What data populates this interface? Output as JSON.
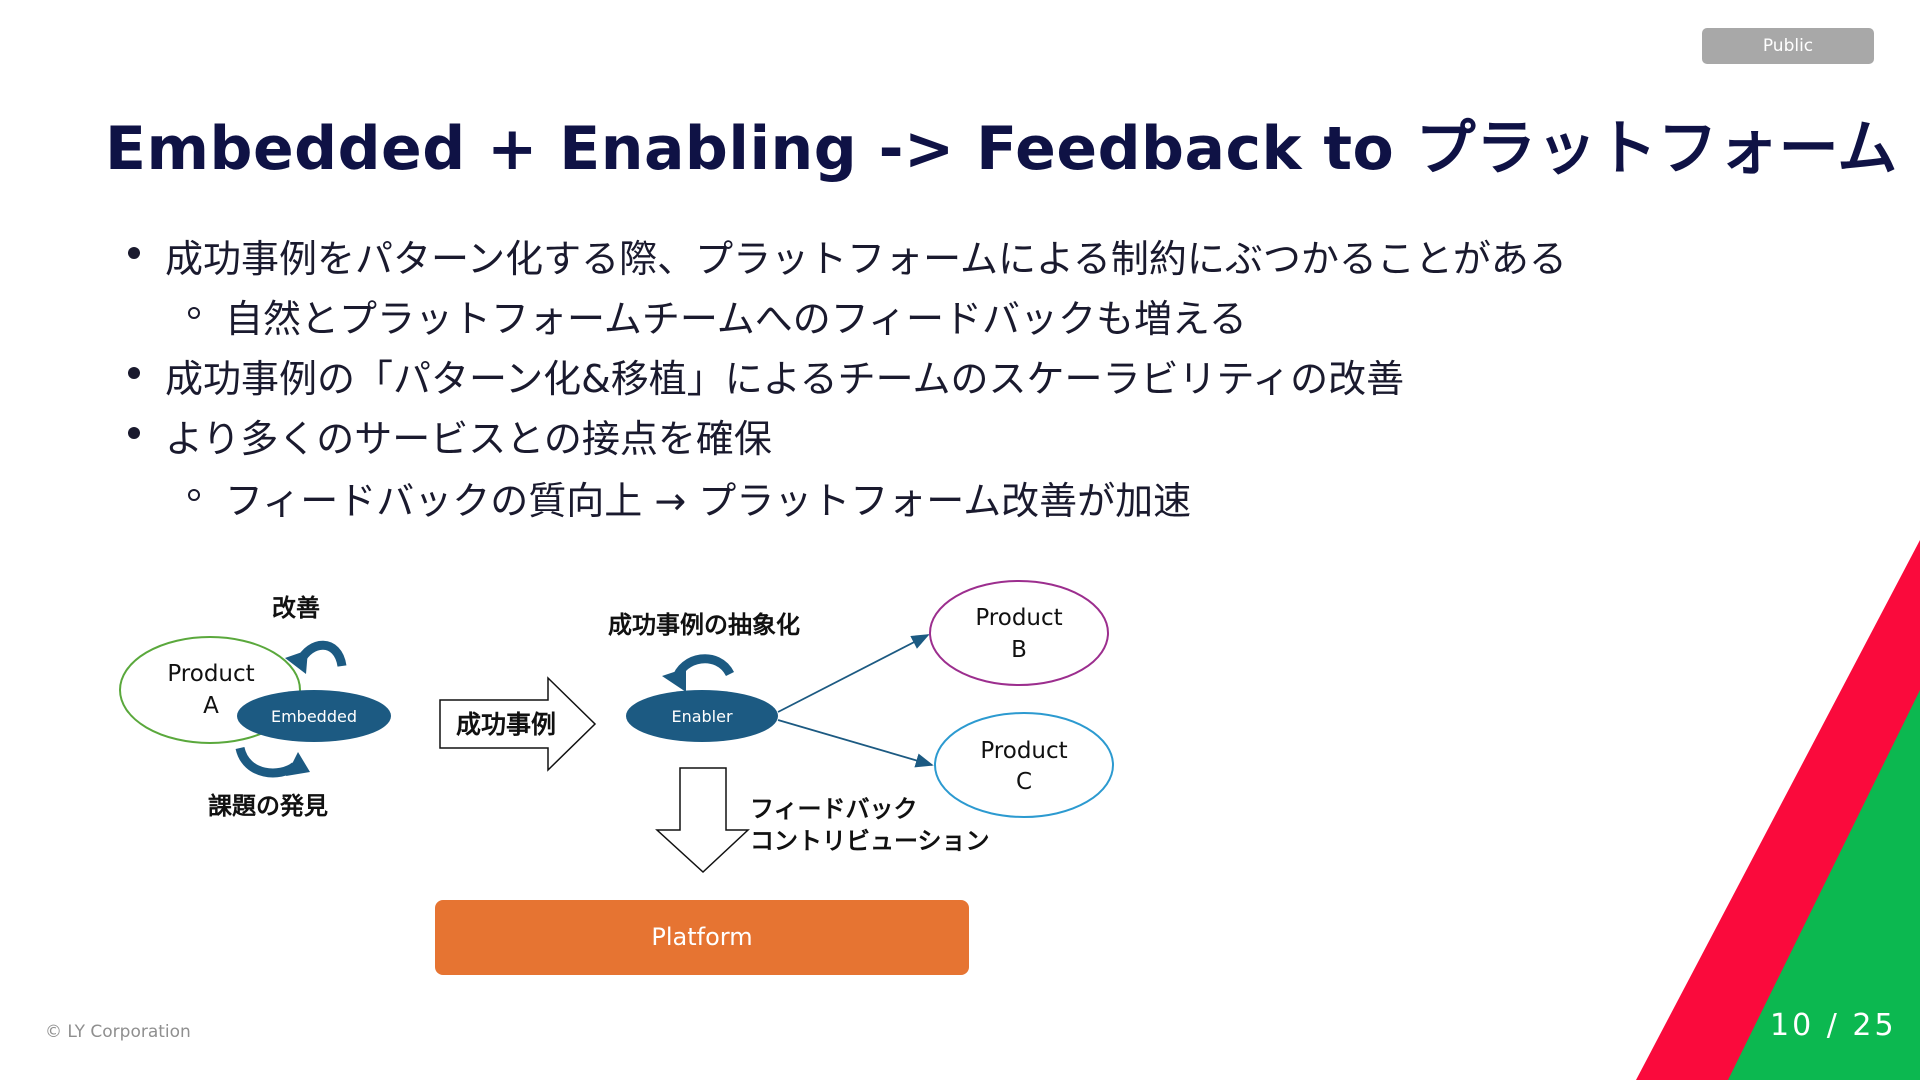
{
  "badge": "Public",
  "title": "Embedded + Enabling -> Feedback to プラットフォーム",
  "bullets": [
    {
      "text": "成功事例をパターン化する際、プラットフォームによる制約にぶつかることがある"
    },
    {
      "text": "自然とプラットフォームチームへのフィードバックも増える"
    },
    {
      "text": "成功事例の「パターン化&移植」によるチームのスケーラビリティの改善"
    },
    {
      "text": "より多くのサービスとの接点を確保"
    },
    {
      "text": "フィードバックの質向上 → プラットフォーム改善が加速"
    }
  ],
  "diagram": {
    "improve": "改善",
    "product_a_1": "Product",
    "product_a_2": "A",
    "embedded": "Embedded",
    "issue_discovery": "課題の発見",
    "success_case": "成功事例",
    "abstraction": "成功事例の抽象化",
    "enabler": "Enabler",
    "product_b_1": "Product",
    "product_b_2": "B",
    "product_c_1": "Product",
    "product_c_2": "C",
    "feedback_1": "フィードバック",
    "feedback_2": "コントリビューション",
    "platform": "Platform"
  },
  "footer": {
    "copyright": "© LY Corporation",
    "page": "10 / 25"
  },
  "colors": {
    "title": "#0f1245",
    "embedded_fill": "#1c5a82",
    "product_a_border": "#5aa83c",
    "product_b_border": "#9c2e8e",
    "product_c_border": "#2c9ad0",
    "platform_fill": "#e67432",
    "stripe_red": "#fa0a3c",
    "stripe_green": "#0cb850"
  }
}
